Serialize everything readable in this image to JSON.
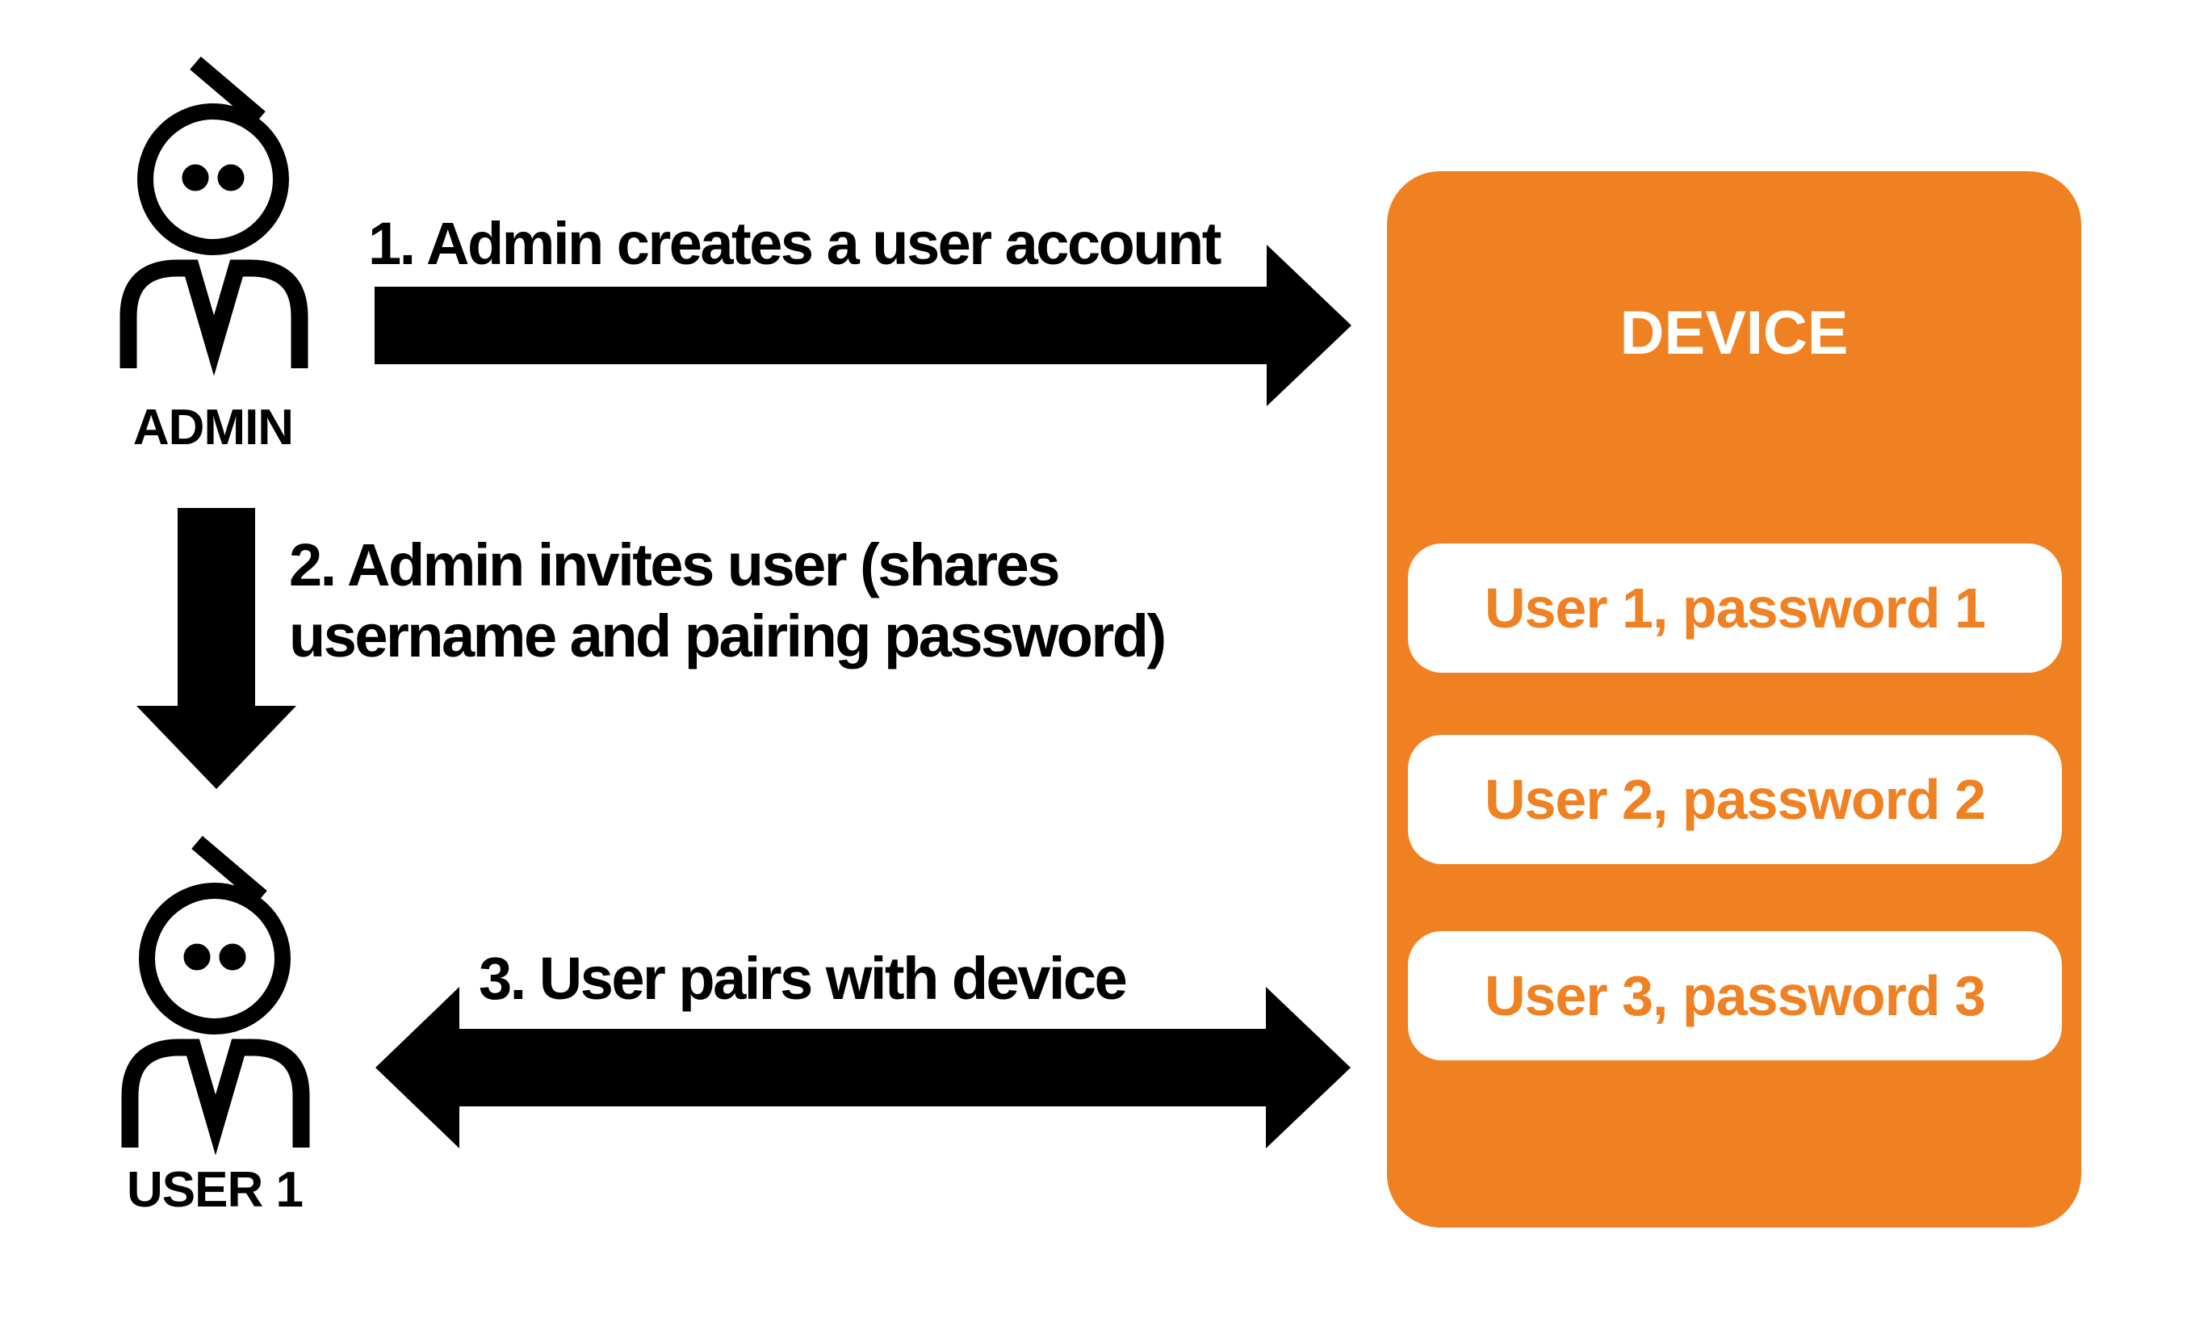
{
  "colors": {
    "orange": "#F08122",
    "black": "#000000",
    "white": "#FFFFFF"
  },
  "actors": {
    "admin": {
      "label": "ADMIN"
    },
    "user1": {
      "label": "USER 1"
    }
  },
  "steps": {
    "step1": {
      "label": "1. Admin creates a user account",
      "direction": "right"
    },
    "step2": {
      "label": "2. Admin invites user (shares username and pairing password)",
      "direction": "down"
    },
    "step3": {
      "label": "3. User pairs with device",
      "direction": "both"
    }
  },
  "device": {
    "title": "DEVICE",
    "accounts": [
      {
        "label": "User 1, password 1"
      },
      {
        "label": "User 2, password 2"
      },
      {
        "label": "User 3, password 3"
      }
    ]
  }
}
